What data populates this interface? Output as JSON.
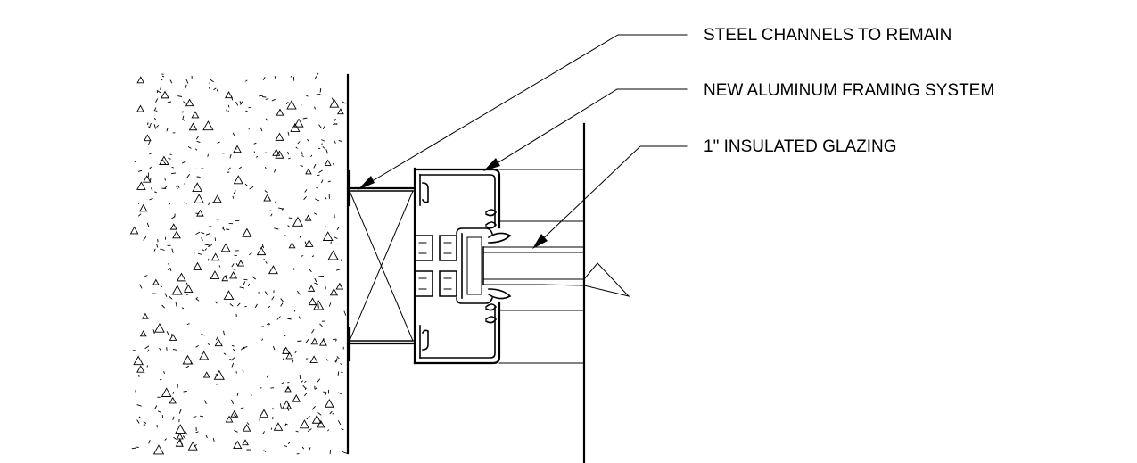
{
  "callouts": [
    {
      "id": "steel-channels",
      "label": "STEEL CHANNELS TO REMAIN"
    },
    {
      "id": "aluminum-framing",
      "label": "NEW ALUMINUM FRAMING SYSTEM"
    },
    {
      "id": "insulated-glazing",
      "label": "1\" INSULATED GLAZING"
    }
  ],
  "materials": {
    "concrete": "concrete-hatch",
    "blocking": "steel-channel-section",
    "framing": "aluminum-mullion-section",
    "glazing": "insulated-glass-unit"
  },
  "colors": {
    "linework": "#000000",
    "background": "#ffffff"
  }
}
